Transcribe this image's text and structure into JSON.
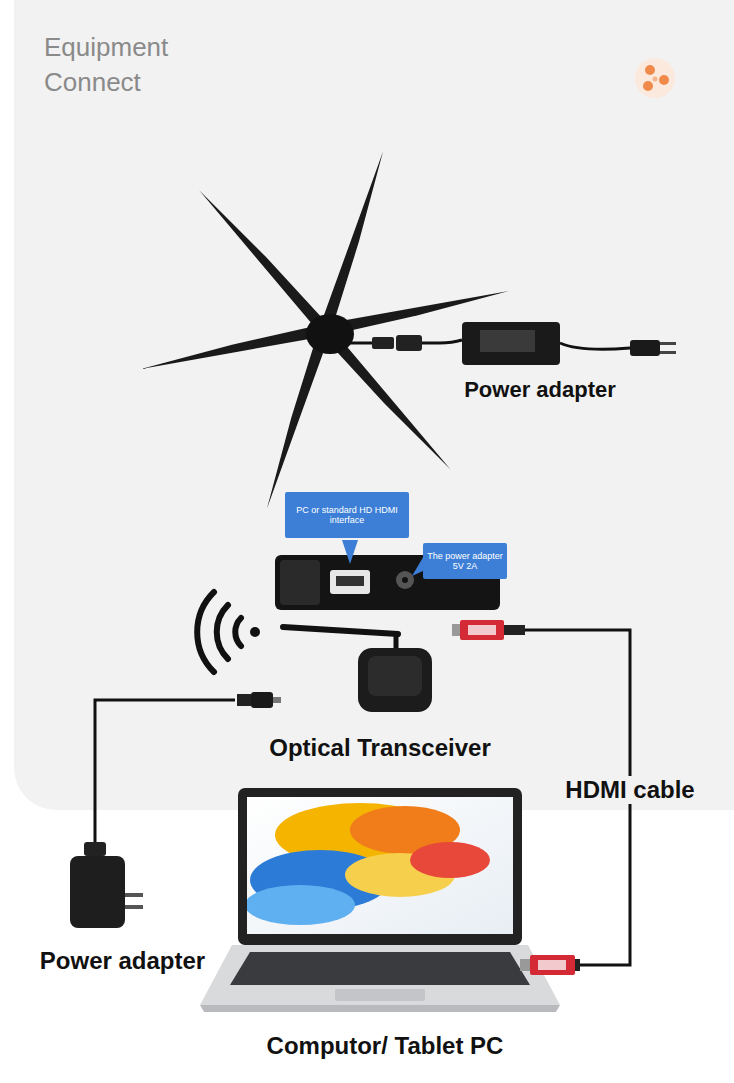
{
  "diagram": {
    "title": "Equipment Connect",
    "nodes": [
      {
        "text": [
          "Power adapter"
        ]
      },
      {
        "text": [
          "PC or standard HD HDMI interface"
        ]
      },
      {
        "text": [
          "The power adapter 5V 2A"
        ]
      },
      {
        "text": [
          "Optical Transceiver"
        ]
      },
      {
        "text": [
          "Power adapter"
        ]
      },
      {
        "text": [
          "Computor/ Tablet PC"
        ]
      }
    ],
    "edges": [
      {
        "from": 4,
        "to": 3,
        "arrow": "none"
      },
      {
        "from": 3,
        "to": 5,
        "label": "HDMI cable",
        "arrow": "none"
      }
    ]
  }
}
